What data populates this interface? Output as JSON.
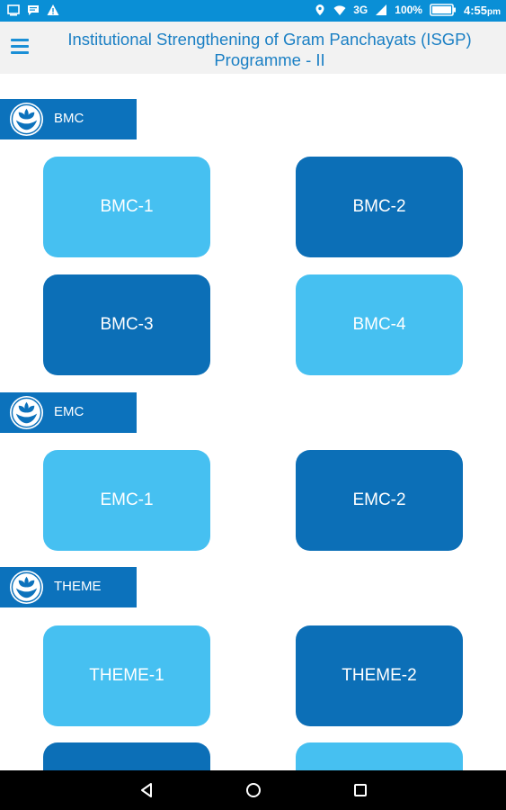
{
  "status_bar": {
    "network": "3G",
    "battery": "100%",
    "time": "4:55",
    "time_suffix": "pm",
    "icons": [
      "screenshot-icon",
      "message-icon",
      "warning-icon",
      "location-icon",
      "wifi-icon",
      "signal-icon",
      "battery-icon"
    ]
  },
  "app_bar": {
    "title": "Institutional Strengthening of Gram Panchayats (ISGP) Programme - II",
    "menu_icon": "hamburger-menu-icon"
  },
  "sections": [
    {
      "label": "BMC",
      "tiles": [
        "BMC-1",
        "BMC-2",
        "BMC-3",
        "BMC-4"
      ]
    },
    {
      "label": "EMC",
      "tiles": [
        "EMC-1",
        "EMC-2"
      ]
    },
    {
      "label": "THEME",
      "tiles": [
        "THEME-1",
        "THEME-2"
      ]
    }
  ],
  "colors": {
    "status_bar": "#0a8fd6",
    "section_label": "#0c72bc",
    "tile_light": "#46c0f1",
    "tile_dark": "#0c6fb7",
    "title_text": "#1a7fc4"
  },
  "nav_bar": {
    "icons": [
      "back-icon",
      "home-icon",
      "recents-icon"
    ]
  }
}
